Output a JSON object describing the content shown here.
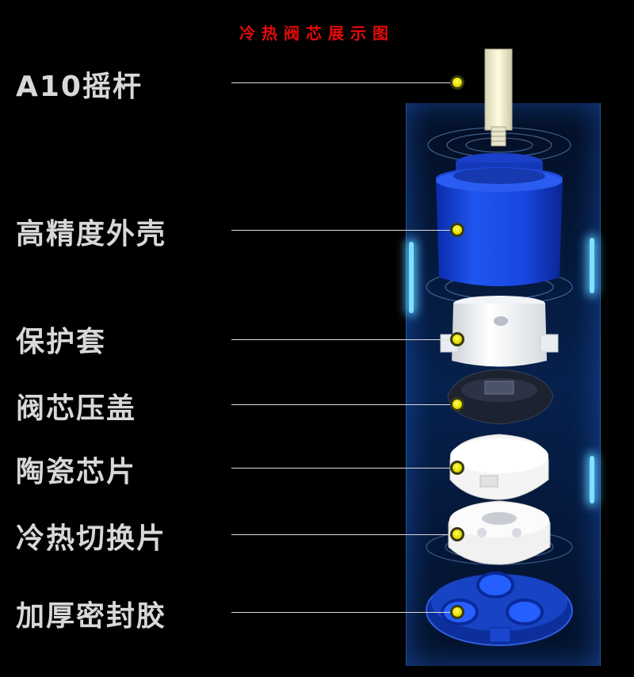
{
  "header": {
    "title": "冷热阀芯展示图"
  },
  "parts": [
    {
      "label": "A10摇杆",
      "icon": "lever-icon"
    },
    {
      "label": "高精度外壳",
      "icon": "housing-icon"
    },
    {
      "label": "保护套",
      "icon": "sleeve-icon"
    },
    {
      "label": "阀芯压盖",
      "icon": "cap-icon"
    },
    {
      "label": "陶瓷芯片",
      "icon": "ceramic-disc-icon"
    },
    {
      "label": "冷热切换片",
      "icon": "switch-plate-icon"
    },
    {
      "label": "加厚密封胶",
      "icon": "seal-icon"
    }
  ],
  "colors": {
    "title": "#e50a0a",
    "label": "#d8d8d8",
    "dot": "#e8e000",
    "housing": "#1846e0",
    "background": "#000000"
  }
}
